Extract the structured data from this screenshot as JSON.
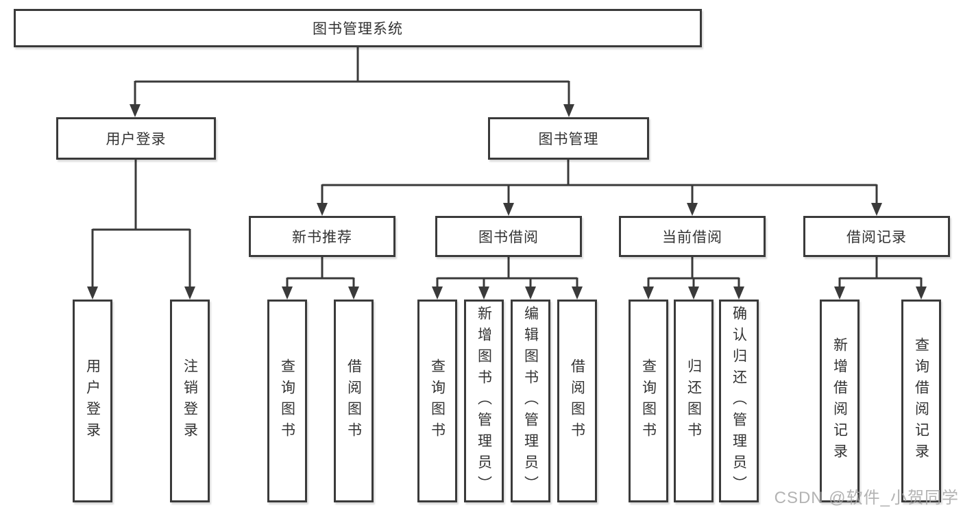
{
  "diagram": {
    "root": {
      "label": "图书管理系统"
    },
    "level2": [
      {
        "label": "用户登录"
      },
      {
        "label": "图书管理"
      }
    ],
    "level3": [
      {
        "label": "新书推荐",
        "parent": "图书管理"
      },
      {
        "label": "图书借阅",
        "parent": "图书管理"
      },
      {
        "label": "当前借阅",
        "parent": "图书管理"
      },
      {
        "label": "借阅记录",
        "parent": "图书管理"
      }
    ],
    "leaves": [
      {
        "label": "用户登录",
        "parent": "用户登录"
      },
      {
        "label": "注销登录",
        "parent": "用户登录"
      },
      {
        "label": "查询图书",
        "parent": "新书推荐"
      },
      {
        "label": "借阅图书",
        "parent": "新书推荐"
      },
      {
        "label": "查询图书",
        "parent": "图书借阅"
      },
      {
        "label": "新增图书（管理员）",
        "parent": "图书借阅"
      },
      {
        "label": "编辑图书（管理员）",
        "parent": "图书借阅"
      },
      {
        "label": "借阅图书",
        "parent": "图书借阅"
      },
      {
        "label": "查询图书",
        "parent": "当前借阅"
      },
      {
        "label": "归还图书",
        "parent": "当前借阅"
      },
      {
        "label": "确认归还（管理员）",
        "parent": "当前借阅"
      },
      {
        "label": "新增借阅记录",
        "parent": "借阅记录"
      },
      {
        "label": "查询借阅记录",
        "parent": "借阅记录"
      }
    ]
  },
  "watermark": {
    "text": "CSDN @软件_小贺同学"
  },
  "colors": {
    "line": "#3a3a3a",
    "box_border": "#3a3a3a",
    "box_fill": "#ffffff",
    "text": "#333333",
    "watermark": "#a6a6a6"
  }
}
